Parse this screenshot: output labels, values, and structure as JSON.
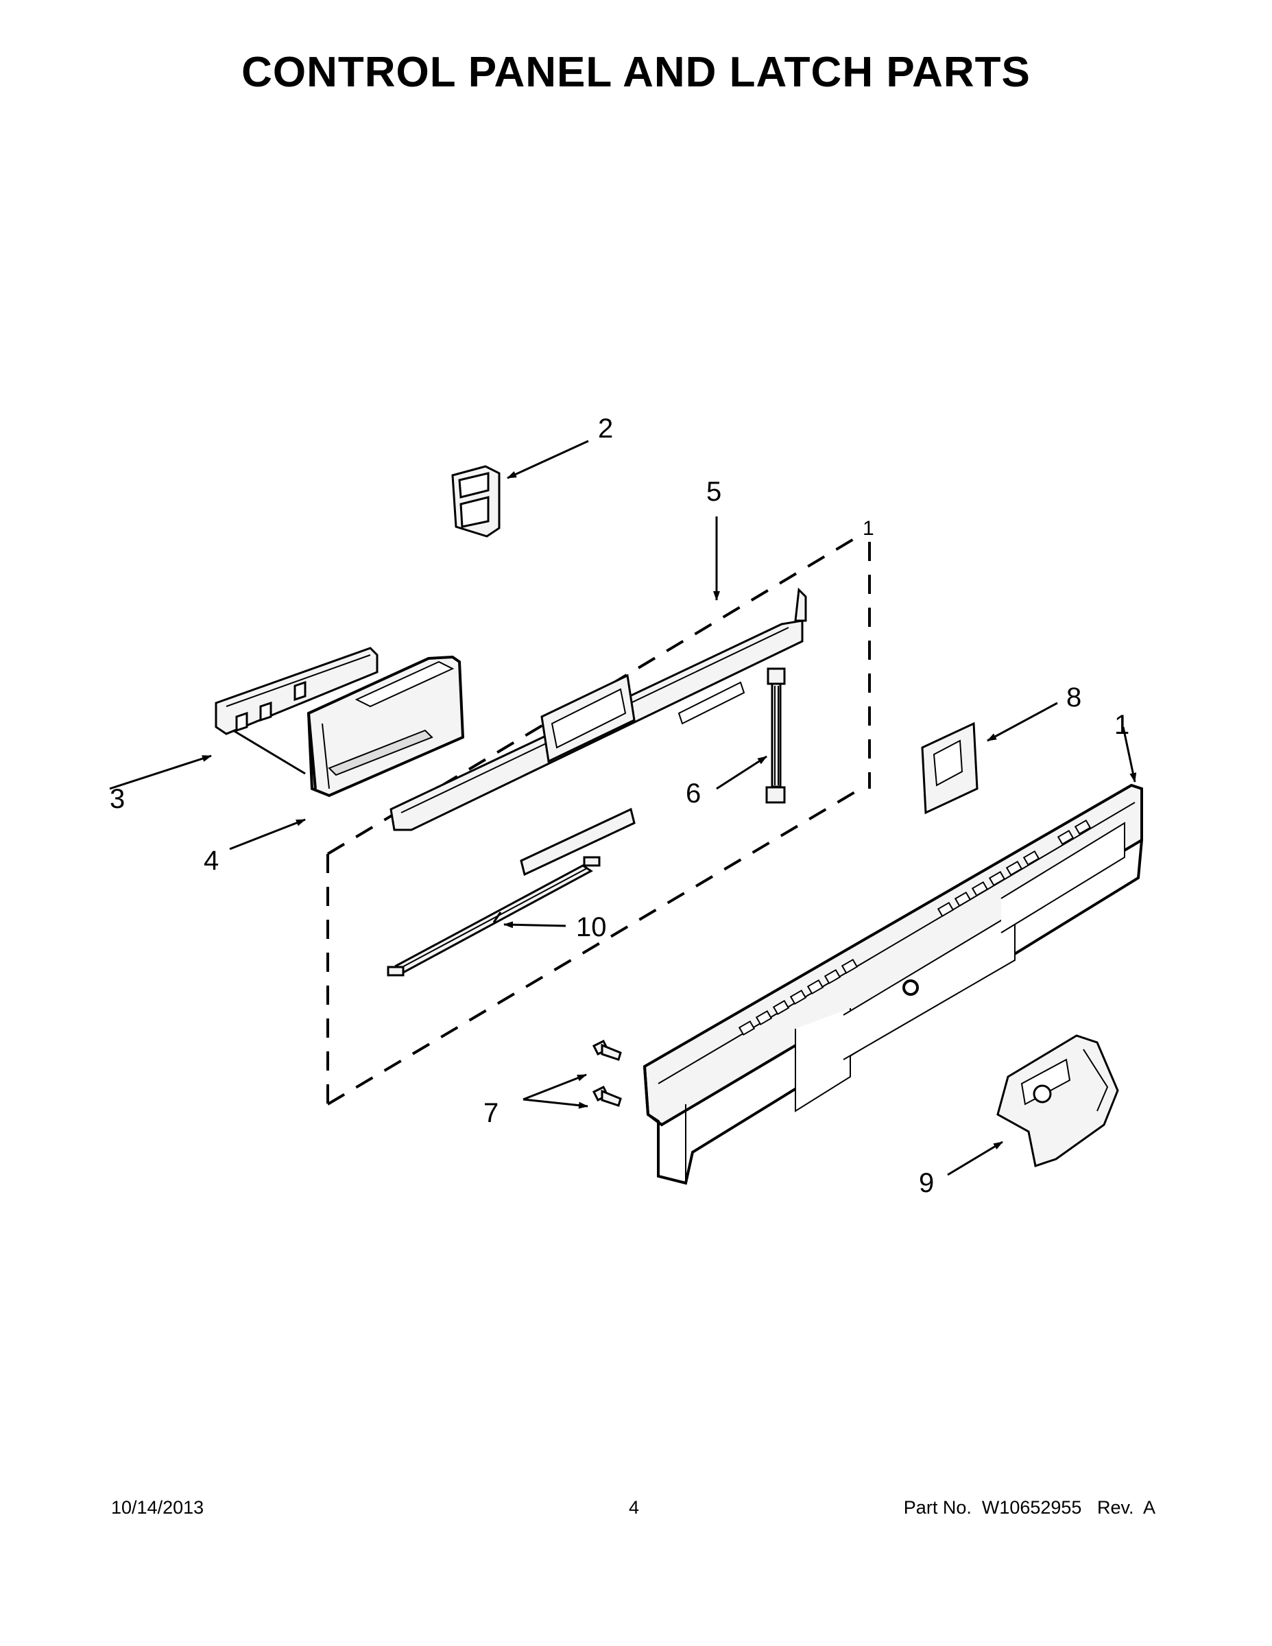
{
  "title": "CONTROL PANEL AND LATCH PARTS",
  "callouts": {
    "c1": "1",
    "c1_box": "1",
    "c2": "2",
    "c3": "3",
    "c4": "4",
    "c5": "5",
    "c6": "6",
    "c7": "7",
    "c8": "8",
    "c9": "9",
    "c10": "10"
  },
  "footer": {
    "date": "10/14/2013",
    "page": "4",
    "part_line": "Part No.  W10652955   Rev.  A"
  },
  "colors": {
    "ink": "#000000",
    "background": "#ffffff",
    "part_fill": "#f4f4f4"
  }
}
